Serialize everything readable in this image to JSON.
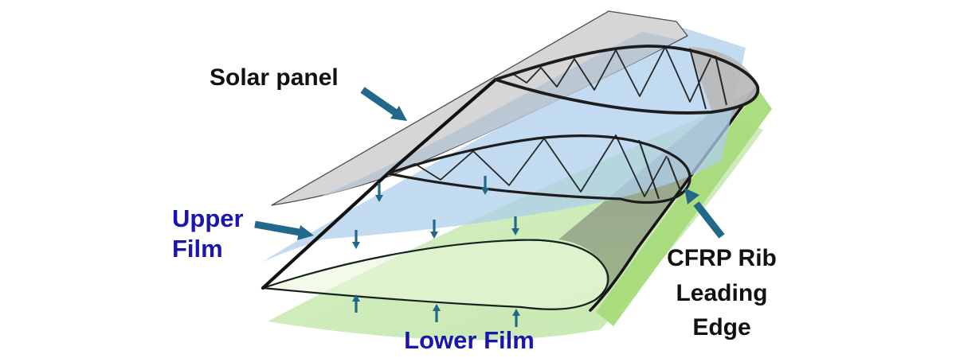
{
  "diagram": {
    "background": "#ffffff",
    "labels": {
      "solar_panel": "Solar panel",
      "upper_film_line1": "Upper",
      "upper_film_line2": "Film",
      "lower_film": "Lower Film",
      "cfrp_rib_line1": "CFRP Rib",
      "cfrp_rib_line2": "Leading",
      "cfrp_rib_line3": "Edge"
    },
    "colors": {
      "label_black": "#111111",
      "label_blue": "#1a16ad",
      "pointer_teal": "#21688a",
      "solar_panel_gray": "#d6d6d6",
      "solar_panel_stripe_blue_gray": "#b9c6d3",
      "upper_film_blue": "#aecfeb",
      "lower_film_green": "#cdeab8",
      "leading_edge_strip_green": "#a6db7a",
      "rib_nose_gray": "#b8b8b8",
      "structure_outline": "#1d1d1d"
    }
  }
}
